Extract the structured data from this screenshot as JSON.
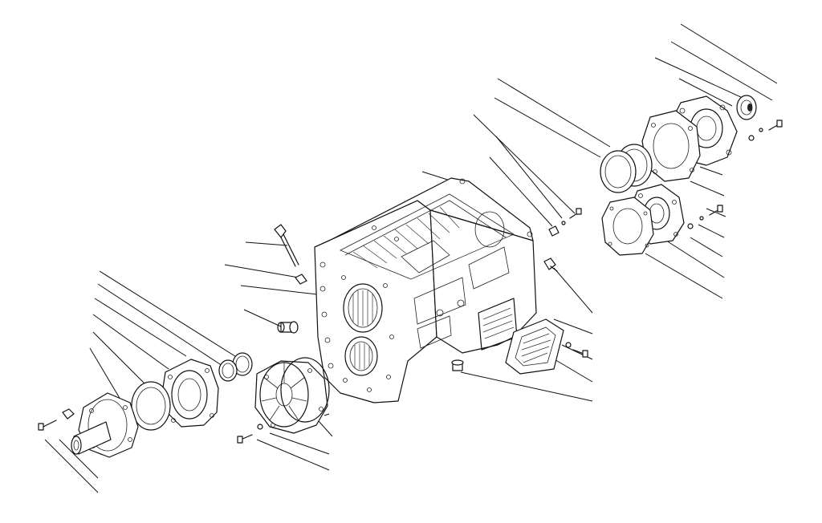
{
  "diagram": {
    "kind": "exploded-view",
    "subject": "gearbox-housing-assembly",
    "labels": [],
    "leader_count": 33,
    "colors": {
      "ink": "#111111",
      "paper": "#ffffff"
    }
  }
}
